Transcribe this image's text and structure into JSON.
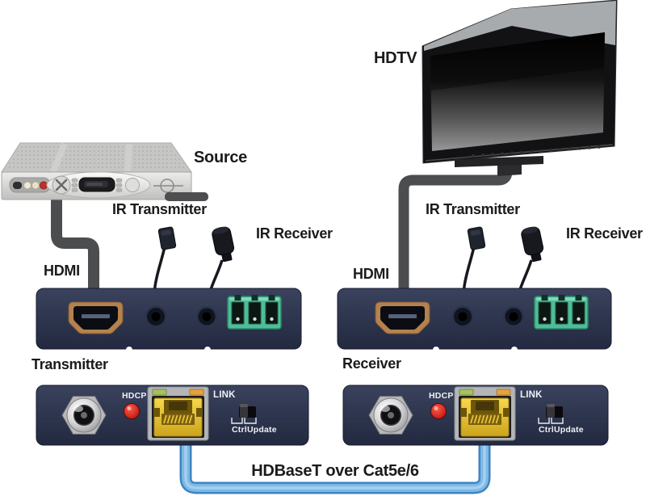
{
  "scene": {
    "source": {
      "label": "Source"
    },
    "display": {
      "label": "HDTV"
    },
    "tx_front": {
      "hdmi": "HDMI",
      "ir_transmitter": "IR Transmitter",
      "ir_receiver": "IR Receiver"
    },
    "rx_front": {
      "hdmi": "HDMI",
      "ir_transmitter": "IR Transmitter",
      "ir_receiver": "IR Receiver"
    },
    "tx_rear": {
      "title": "Transmitter",
      "hdcp": "HDCP",
      "link": "LINK",
      "ctrl": "Ctrl",
      "update": "Update"
    },
    "rx_rear": {
      "title": "Receiver",
      "hdcp": "HDCP",
      "link": "LINK",
      "ctrl": "Ctrl",
      "update": "Update"
    },
    "link_cable": {
      "label": "HDBaseT over Cat5e/6"
    },
    "colors": {
      "panel_navy": "#2a3149",
      "terminal_green": "#4fbd97",
      "rj45_yellow": "#f0c93d",
      "led_red": "#d41f1f",
      "cable_blue": "#7db9e6",
      "cable_blue_edge": "#3e85c0",
      "hdmi_copper": "#b5824f",
      "cable_gray": "#4b4d4f"
    }
  }
}
